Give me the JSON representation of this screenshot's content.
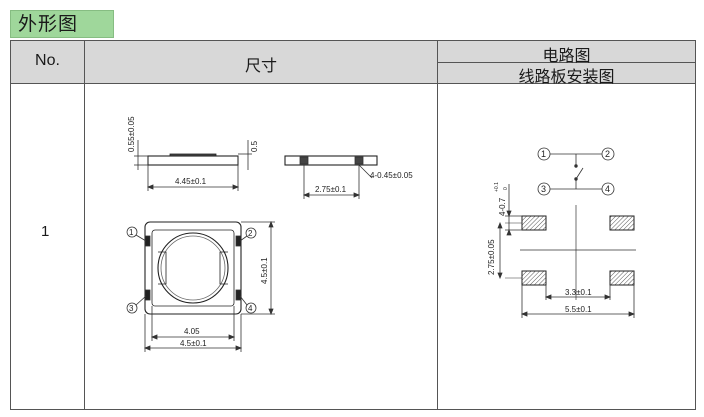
{
  "title": "外形图",
  "headers": {
    "no": "No.",
    "dimension": "尺寸",
    "circuit": "电路图",
    "pcb": "线路板安装图"
  },
  "row": {
    "no": "1"
  },
  "side_view": {
    "thickness": "0.55±0.05",
    "top_height": "0.5",
    "width": "4.45±0.1"
  },
  "front_view": {
    "width": "2.75±0.1",
    "lead": "4-0.45±0.05"
  },
  "top_view": {
    "inner": "4.05",
    "outer": "4.5±0.1",
    "height": "4.5±0.1",
    "pins": [
      "1",
      "2",
      "3",
      "4"
    ]
  },
  "circuit": {
    "pins": [
      "1",
      "2",
      "3",
      "4"
    ]
  },
  "pcb": {
    "pad": "4-0.7",
    "pad_tol_top": "+0.1",
    "pad_tol_bottom": "0",
    "pitch_v": "2.75±0.05",
    "pitch_h": "3.3±0.1",
    "span": "5.5±0.1"
  }
}
